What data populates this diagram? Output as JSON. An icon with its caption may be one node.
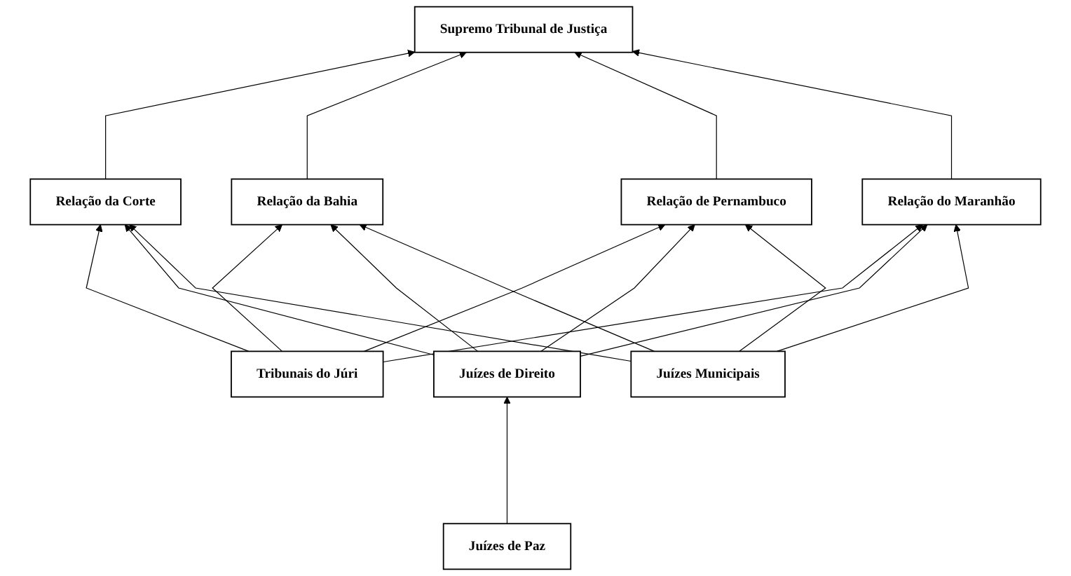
{
  "diagram": {
    "nodes": [
      {
        "text": [
          "Supremo Tribunal de Justiça"
        ]
      },
      {
        "text": [
          "Relação da Corte"
        ]
      },
      {
        "text": [
          "Relação da Bahia"
        ]
      },
      {
        "text": [
          "Relação de Pernambuco"
        ]
      },
      {
        "text": [
          "Relação do Maranhão"
        ]
      },
      {
        "text": [
          "Tribunais do Júri"
        ]
      },
      {
        "text": [
          "Juízes de Direito"
        ]
      },
      {
        "text": [
          "Juízes Municipais"
        ]
      },
      {
        "text": [
          "Juízes de Paz"
        ]
      }
    ],
    "edges": [
      {
        "from": 1,
        "to": 0,
        "arrow": "to"
      },
      {
        "from": 2,
        "to": 0,
        "arrow": "to"
      },
      {
        "from": 3,
        "to": 0,
        "arrow": "to"
      },
      {
        "from": 4,
        "to": 0,
        "arrow": "to"
      },
      {
        "from": 5,
        "to": 1,
        "arrow": "to"
      },
      {
        "from": 5,
        "to": 2,
        "arrow": "to"
      },
      {
        "from": 5,
        "to": 3,
        "arrow": "to"
      },
      {
        "from": 5,
        "to": 4,
        "arrow": "to"
      },
      {
        "from": 6,
        "to": 1,
        "arrow": "to"
      },
      {
        "from": 6,
        "to": 2,
        "arrow": "to"
      },
      {
        "from": 6,
        "to": 3,
        "arrow": "to"
      },
      {
        "from": 6,
        "to": 4,
        "arrow": "to"
      },
      {
        "from": 7,
        "to": 1,
        "arrow": "to"
      },
      {
        "from": 7,
        "to": 2,
        "arrow": "to"
      },
      {
        "from": 7,
        "to": 3,
        "arrow": "to"
      },
      {
        "from": 7,
        "to": 4,
        "arrow": "to"
      },
      {
        "from": 8,
        "to": 6,
        "arrow": "to"
      }
    ]
  }
}
